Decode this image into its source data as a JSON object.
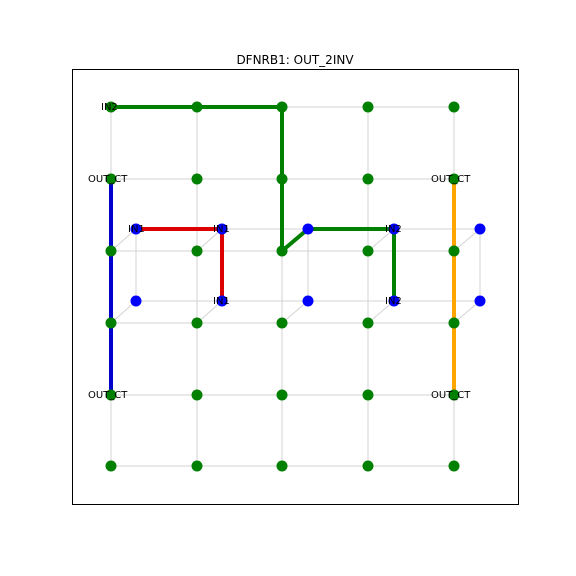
{
  "title": "DFNRB1: OUT_2INV",
  "colors": {
    "grid": "#d3d3d3",
    "frame": "#000000",
    "node_green": "#008000",
    "node_blue": "#0000ff",
    "wire_green": "#008000",
    "wire_blue": "#0000cc",
    "wire_red": "#dd0000",
    "wire_orange": "#ffa500"
  },
  "labels": [
    {
      "id": "in2-top",
      "text": "IN2"
    },
    {
      "id": "out-ct-left-top",
      "text": "OUT_CT"
    },
    {
      "id": "out-ct-right-top",
      "text": "OUT_CT"
    },
    {
      "id": "in1-a",
      "text": "IN1"
    },
    {
      "id": "in1-b",
      "text": "IN1"
    },
    {
      "id": "in2-a",
      "text": "IN2"
    },
    {
      "id": "in1-c",
      "text": "IN1"
    },
    {
      "id": "in2-b",
      "text": "IN2"
    },
    {
      "id": "out-ct-left-bottom",
      "text": "OUT_CT"
    },
    {
      "id": "out-ct-right-bottom",
      "text": "OUT_CT"
    }
  ],
  "wires": [
    {
      "id": "wire-green-top",
      "color": "wire_green"
    },
    {
      "id": "wire-green-mid",
      "color": "wire_green"
    },
    {
      "id": "wire-green-right",
      "color": "wire_green"
    },
    {
      "id": "wire-blue",
      "color": "wire_blue"
    },
    {
      "id": "wire-orange",
      "color": "wire_orange"
    },
    {
      "id": "wire-red",
      "color": "wire_red"
    }
  ]
}
